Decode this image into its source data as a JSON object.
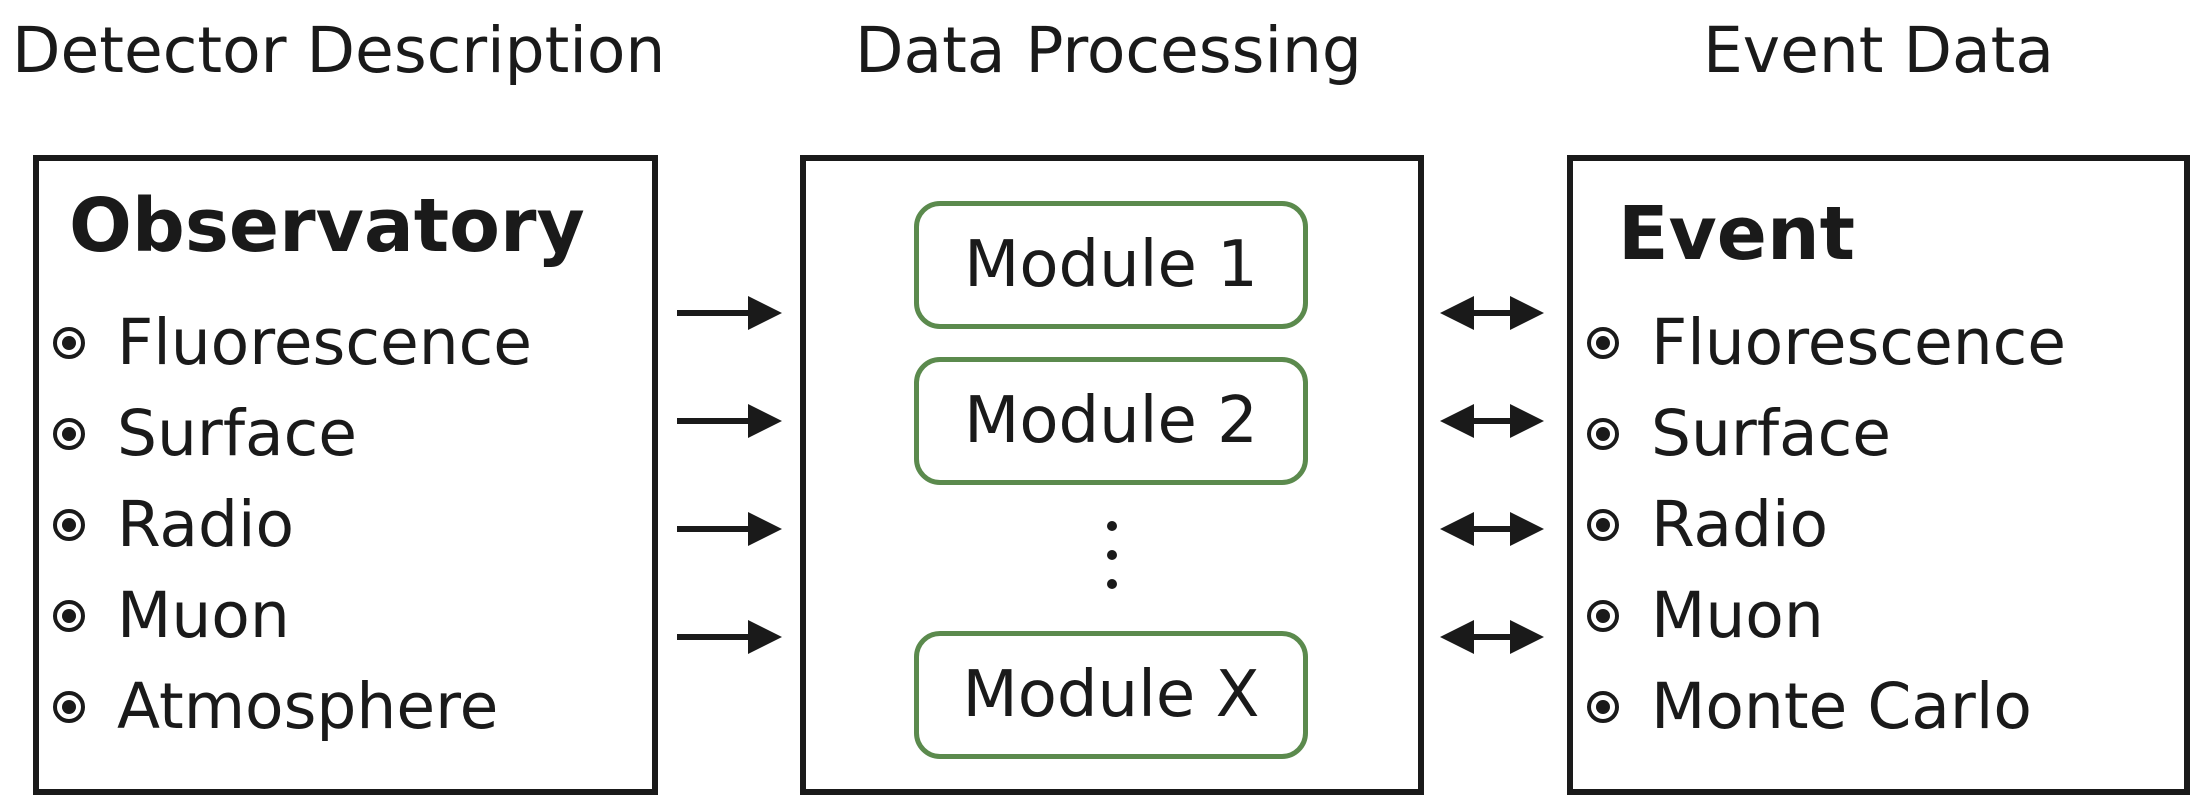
{
  "columns": {
    "detector": {
      "heading": "Detector Description"
    },
    "processing": {
      "heading": "Data Processing"
    },
    "event_data": {
      "heading": "Event Data"
    }
  },
  "observatory_box": {
    "title": "Observatory",
    "items": [
      "Fluorescence",
      "Surface",
      "Radio",
      "Muon",
      "Atmosphere"
    ]
  },
  "processing_box": {
    "modules": [
      "Module 1",
      "Module 2",
      "Module X"
    ],
    "ellipsis": "⋮"
  },
  "event_box": {
    "title": "Event",
    "items": [
      "Fluorescence",
      "Surface",
      "Radio",
      "Muon",
      "Monte Carlo"
    ]
  },
  "connections": {
    "left_to_middle": {
      "direction": "one-way",
      "count": 4
    },
    "middle_to_right": {
      "direction": "two-way",
      "count": 4
    }
  },
  "colors": {
    "ink": "#1a1a1a",
    "module_border": "#5b8a4d",
    "background": "#ffffff"
  },
  "bullet_icon": "circled-dot-icon"
}
